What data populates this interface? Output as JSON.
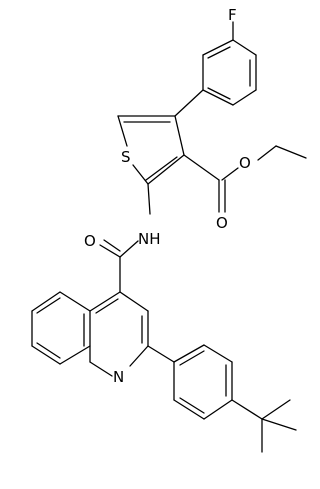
{
  "molecule": {
    "atom_labels": {
      "fluorine": "F",
      "sulfur": "S",
      "ester_carbonyl_oxygen": "O",
      "ester_ether_oxygen": "O",
      "amide_oxygen": "O",
      "amide_nh": "NH",
      "quinoline_nitrogen": "N"
    },
    "colors": {
      "bond": "#000000",
      "label": "#000000",
      "background": "#ffffff"
    }
  }
}
